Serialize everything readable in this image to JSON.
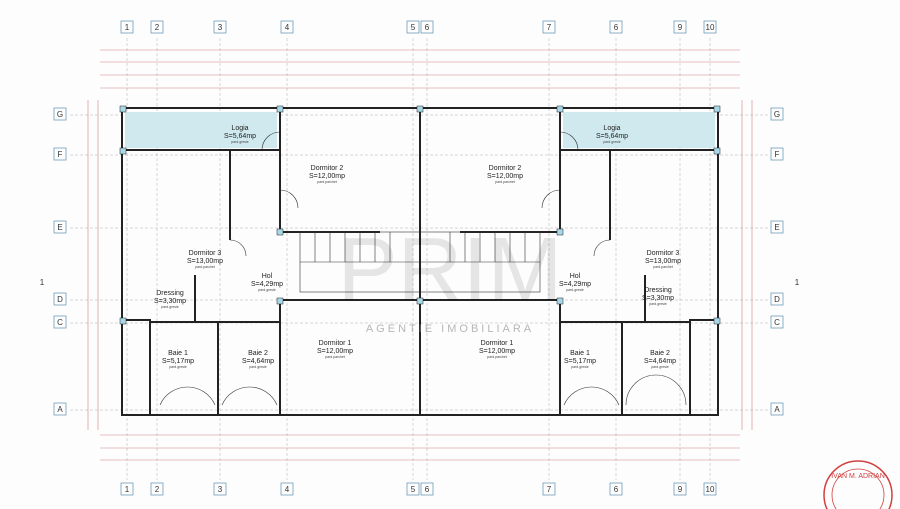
{
  "axes": {
    "columns": [
      "1",
      "2",
      "3",
      "4",
      "5",
      "6",
      "7",
      "6",
      "9",
      "10"
    ],
    "rows_left": [
      "G",
      "F",
      "E",
      "D",
      "C",
      "A"
    ],
    "rows_right": [
      "G",
      "F",
      "E",
      "D",
      "C",
      "A"
    ],
    "section_marker": "1"
  },
  "units": [
    {
      "rooms": [
        {
          "name": "Logia",
          "area": "S=5,64mp",
          "floor": "pard.gresie"
        },
        {
          "name": "Dormitor 2",
          "area": "S=12,00mp",
          "floor": "pard.parchet"
        },
        {
          "name": "Dormitor 3",
          "area": "S=13,00mp",
          "floor": "pard.parchet"
        },
        {
          "name": "Hol",
          "area": "S=4,29mp",
          "floor": "pard.gresie"
        },
        {
          "name": "Dressing",
          "area": "S=3,30mp",
          "floor": "pard.gresie"
        },
        {
          "name": "Baie 1",
          "area": "S=5,17mp",
          "floor": "pard.gresie"
        },
        {
          "name": "Baie 2",
          "area": "S=4,64mp",
          "floor": "pard.gresie"
        },
        {
          "name": "Dormitor 1",
          "area": "S=12,00mp",
          "floor": "pard.parchet"
        }
      ]
    },
    {
      "rooms": [
        {
          "name": "Logia",
          "area": "S=5,64mp",
          "floor": "pard.gresie"
        },
        {
          "name": "Dormitor 2",
          "area": "S=12,00mp",
          "floor": "pard.parchet"
        },
        {
          "name": "Dormitor 3",
          "area": "S=13,00mp",
          "floor": "pard.parchet"
        },
        {
          "name": "Hol",
          "area": "S=4,29mp",
          "floor": "pard.gresie"
        },
        {
          "name": "Dressing",
          "area": "S=3,30mp",
          "floor": "pard.gresie"
        },
        {
          "name": "Baie 1",
          "area": "S=5,17mp",
          "floor": "pard.gresie"
        },
        {
          "name": "Baie 2",
          "area": "S=4,64mp",
          "floor": "pard.gresie"
        },
        {
          "name": "Dormitor 1",
          "area": "S=12,00mp",
          "floor": "pard.parchet"
        }
      ]
    }
  ],
  "watermark": {
    "logo": "PRIM",
    "tagline": "AGENTIE IMOBILIARA"
  },
  "stamp": {
    "text": "IVAN M. ADRIAN"
  },
  "colors": {
    "wall": "#222222",
    "logia_fill": "#cfe9ee",
    "column_fill": "#a8d8e8",
    "dim_line": "#d08080",
    "stamp": "#d04040"
  }
}
